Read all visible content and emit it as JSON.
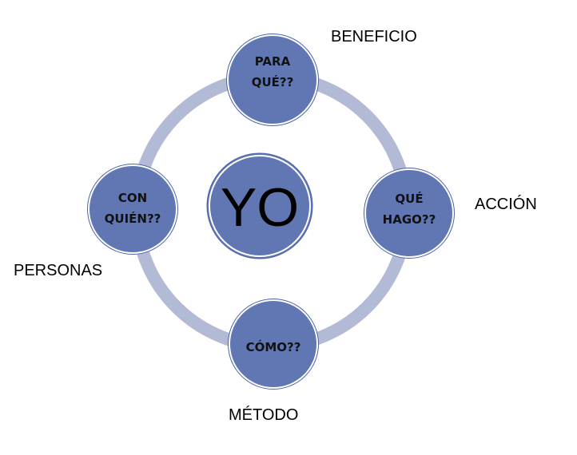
{
  "center": {
    "text": "YO"
  },
  "nodes": [
    {
      "id": "top",
      "lines": [
        "PARA",
        "QUÉ??"
      ],
      "label": "BENEFICIO"
    },
    {
      "id": "right",
      "lines": [
        "QUÉ",
        "HAGO??"
      ],
      "label": "ACCIÓN"
    },
    {
      "id": "bottom",
      "lines": [
        "CÓMO??"
      ],
      "label": "MÉTODO"
    },
    {
      "id": "left",
      "lines": [
        "CON",
        "QUIÉN??"
      ],
      "label": "PERSONAS"
    }
  ],
  "colors": {
    "node_fill": "#6177B4",
    "ring": "#B3BAD6",
    "outline": "#4A63A8"
  }
}
